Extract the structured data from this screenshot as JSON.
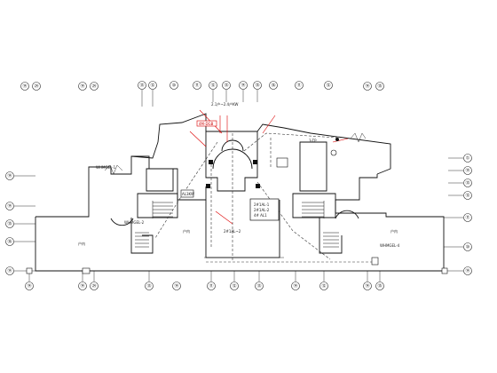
{
  "drawing": {
    "colors": {
      "ink": "#111111",
      "accent": "#d00000",
      "background": "#ffffff"
    },
    "top_axis_labels": [
      "⑭",
      "㉔",
      "⑭",
      "㉔",
      "⑬",
      "⑫",
      "⑩",
      "⑪",
      "⑫",
      "⑬",
      "⑭",
      "⑮",
      "⑯",
      "⑪",
      "⑫",
      "⑭",
      "⑮"
    ],
    "bottom_axis_labels": [
      "⑭",
      "⑭",
      "㉔",
      "⑬",
      "⑭",
      "⑪",
      "⑫",
      "⑬",
      "⑭",
      "⑫",
      "⑭",
      "⑮"
    ],
    "left_axis_labels": [
      "⑭",
      "⑭",
      "⑮",
      "⑯",
      "⑭"
    ],
    "right_axis_labels": [
      "①",
      "⑭",
      "⑬",
      "⑫",
      "⑪",
      "⑩",
      "⑭"
    ],
    "annotations": {
      "top_cable": "2.1户~2.4户KW",
      "top_box": "4M-DGB",
      "right_cable": "3-TP",
      "left_cable": "WHMGEL-1",
      "left_panel": "AL3KW",
      "center_box1": "2#1AL-1",
      "center_box2": "2#1AL-2",
      "center_box3": "4# AL1",
      "center_cable": "2#1AL~2",
      "lower_left_note": "WHMGEL-2",
      "lower_right_note": "WHMGEL-4",
      "room_left": "户内",
      "room_right": "户内",
      "room_center": "户内"
    }
  }
}
